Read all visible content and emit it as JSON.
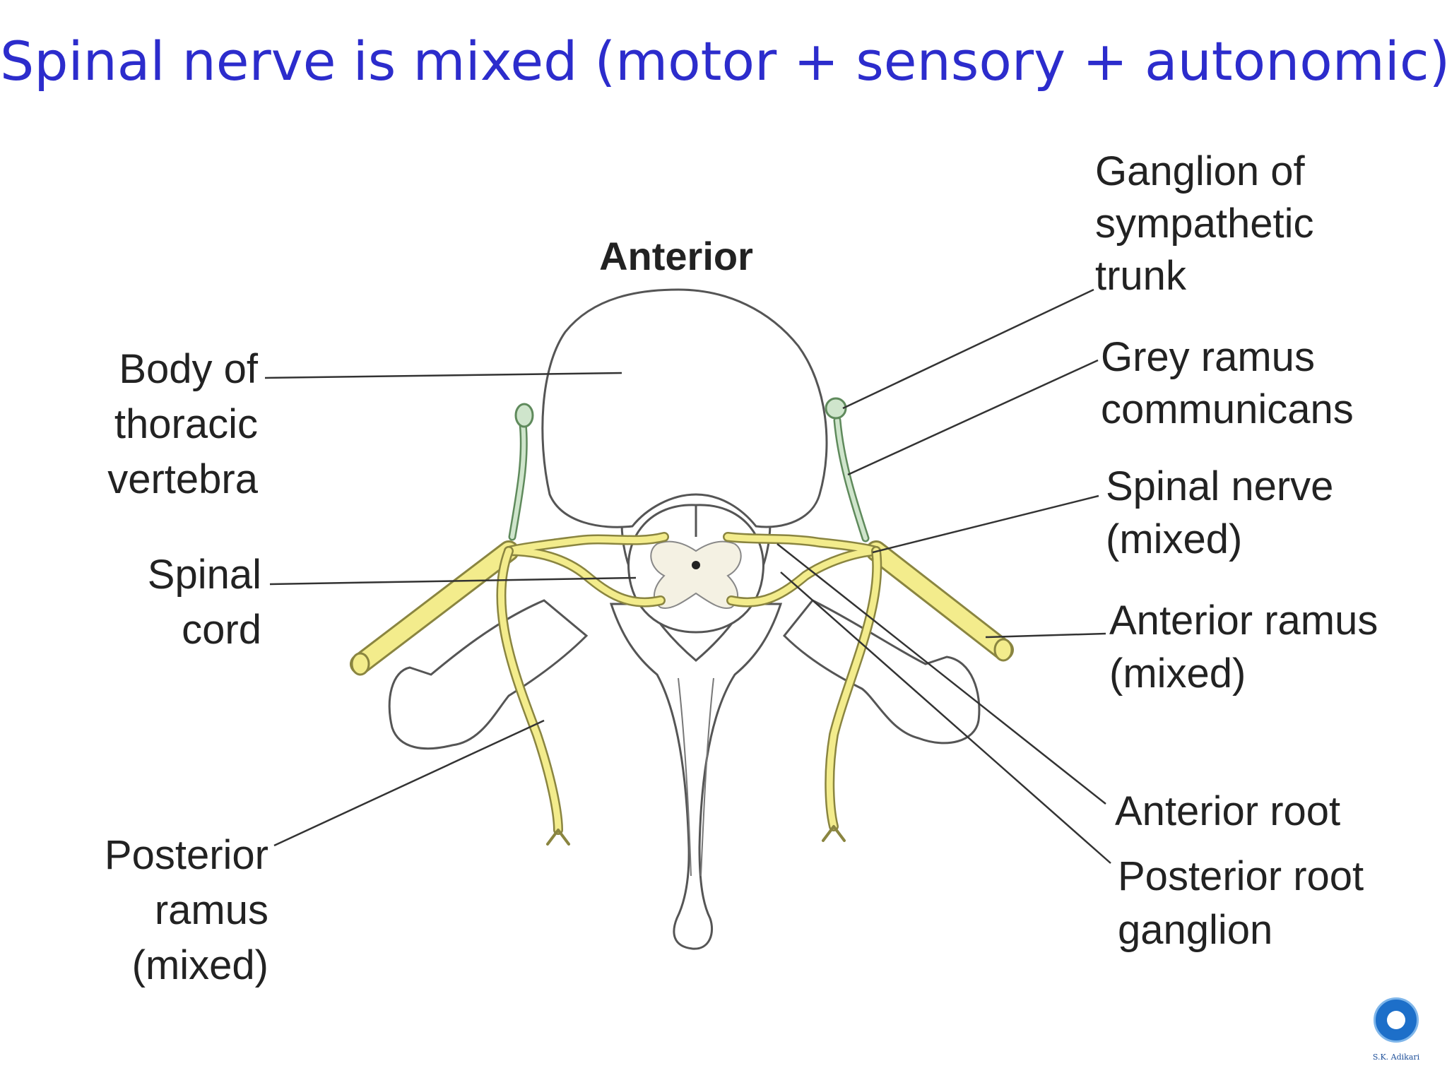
{
  "title": "Spinal nerve is mixed (motor + sensory + autonomic)",
  "diagram": {
    "orientation_label": "Anterior",
    "labels": {
      "body_of_thoracic_vertebra": [
        "Body of",
        "thoracic",
        "vertebra"
      ],
      "spinal_cord": [
        "Spinal",
        "cord"
      ],
      "posterior_ramus": [
        "Posterior",
        "ramus",
        "(mixed)"
      ],
      "ganglion_sympathetic_trunk": [
        "Ganglion of",
        "sympathetic",
        "trunk"
      ],
      "grey_ramus_communicans": [
        "Grey ramus",
        "communicans"
      ],
      "spinal_nerve": [
        "Spinal nerve",
        "(mixed)"
      ],
      "anterior_ramus": [
        "Anterior ramus",
        "(mixed)"
      ],
      "anterior_root": [
        "Anterior root"
      ],
      "posterior_root_ganglion": [
        "Posterior root",
        "ganglion"
      ]
    },
    "colors": {
      "nerve": "#f3ec8c",
      "ganglion": "#cfe5cc",
      "bone_outline": "#555555",
      "leader_line": "#333333"
    }
  },
  "logo": {
    "caption": "S.K. Adikari"
  }
}
